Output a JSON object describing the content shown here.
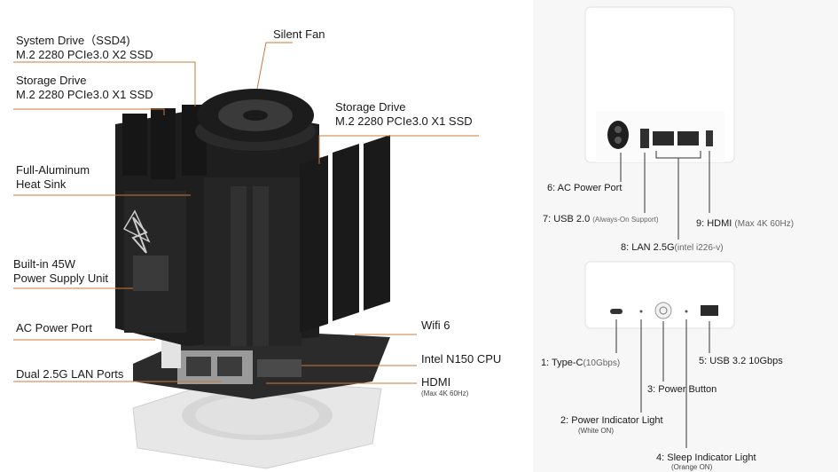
{
  "left": {
    "system_drive": {
      "line1": "System Drive（SSD4)",
      "line2": "M.2 2280 PCIe3.0 X2 SSD"
    },
    "storage_drive_left": {
      "line1": "Storage Drive",
      "line2": "M.2 2280 PCIe3.0 X1 SSD"
    },
    "heat_sink": {
      "line1": "Full-Aluminum",
      "line2": "Heat Sink"
    },
    "psu": {
      "line1": "Built-in 45W",
      "line2": "Power Supply Unit"
    },
    "ac_port": "AC Power Port",
    "lan_ports": "Dual 2.5G LAN Ports",
    "silent_fan": "Silent Fan",
    "storage_drive_right": {
      "line1": "Storage Drive",
      "line2": "M.2 2280 PCIe3.0 X1 SSD"
    },
    "wifi": "Wifi 6",
    "cpu": "Intel N150 CPU",
    "hdmi": "HDMI",
    "hdmi_sub": "(Max 4K 60Hz)"
  },
  "rear": {
    "ac": "6:  AC Power Port",
    "usb2": "7:  USB 2.0",
    "usb2_sub": "(Always-On Support)",
    "lan": "8:  LAN 2.5G",
    "lan_sub": "(intel i226-v)",
    "hdmi": "9:  HDMI",
    "hdmi_sub": "(Max 4K 60Hz)"
  },
  "front": {
    "typec": "1:  Type-C",
    "typec_sub": "(10Gbps)",
    "usb32": "5:  USB 3.2 10Gbps",
    "power_button": "3:  Power Button",
    "power_light": "2:  Power Indicator Light",
    "power_light_sub": "(White ON)",
    "sleep_light": "4:  Sleep Indicator Light",
    "sleep_light_sub": "(Orange ON)"
  },
  "colors": {
    "leader": "#c87a3e",
    "hardware": "#1e1e1e",
    "case": "#ececec"
  }
}
